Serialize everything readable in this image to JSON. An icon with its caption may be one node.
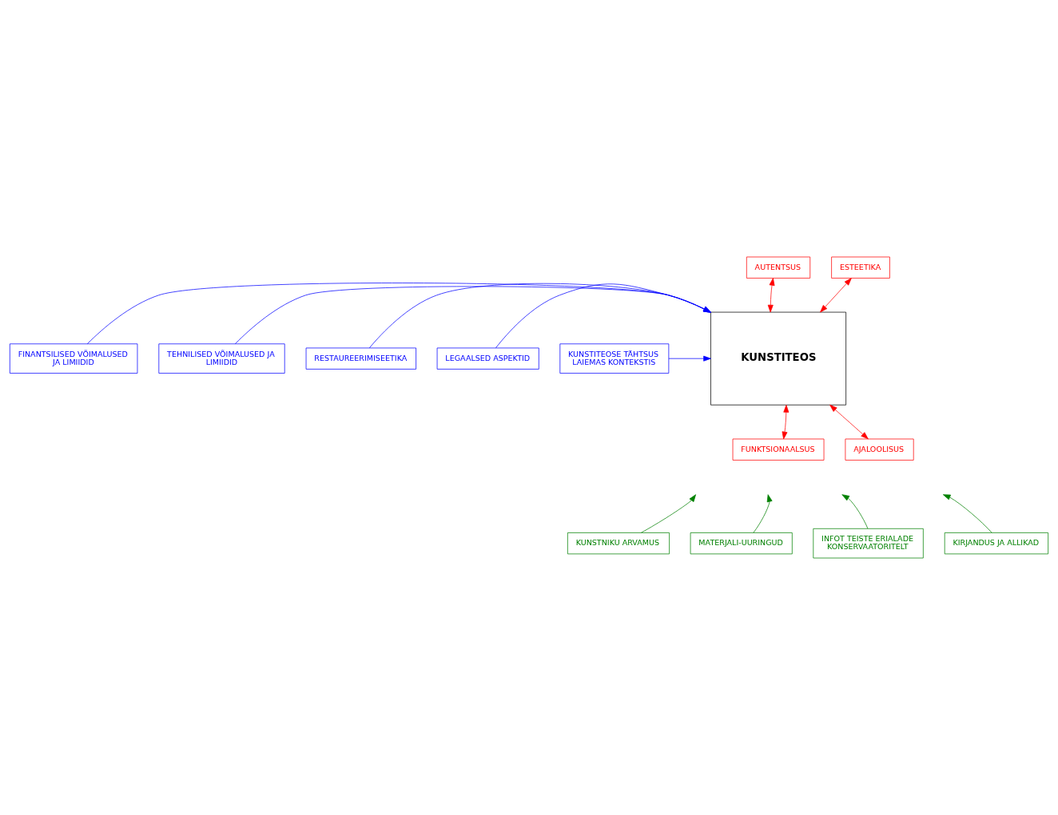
{
  "diagram": {
    "nodes": [
      {
        "text": [
          "KUNSTITEOS"
        ]
      },
      {
        "text": [
          "AUTENTSUS"
        ]
      },
      {
        "text": [
          "ESTEETIKA"
        ]
      },
      {
        "text": [
          "FINANTSILISED VÕIMALUSED JA LIMIIDID"
        ]
      },
      {
        "text": [
          "TEHNILISED VÕIMALUSED JA LIMIIDID"
        ]
      },
      {
        "text": [
          "RESTAUREERIMISEETIKA"
        ]
      },
      {
        "text": [
          "LEGAALSED ASPEKTID"
        ]
      },
      {
        "text": [
          "KUNSTITEOSE TÄHTSUS LAIEMAS KONTEKSTIS"
        ]
      },
      {
        "text": [
          "FUNKTSIONAALSUS"
        ]
      },
      {
        "text": [
          "AJALOOLISUS"
        ]
      },
      {
        "text": [
          "KUNSTNIKU ARVAMUS"
        ]
      },
      {
        "text": [
          "MATERJALI-UURINGUD"
        ]
      },
      {
        "text": [
          "INFOT TEISTE ERIALADE KONSERVAATORITELT"
        ]
      },
      {
        "text": [
          "KIRJANDUS JA ALLIKAD"
        ]
      }
    ],
    "edges": [
      {
        "from": 1,
        "to": 0,
        "arrow": "both",
        "color": "#ff0000"
      },
      {
        "from": 2,
        "to": 0,
        "arrow": "both",
        "color": "#ff0000"
      },
      {
        "from": 3,
        "to": 0,
        "arrow": "to",
        "color": "#0000ff"
      },
      {
        "from": 4,
        "to": 0,
        "arrow": "to",
        "color": "#0000ff"
      },
      {
        "from": 5,
        "to": 0,
        "arrow": "to",
        "color": "#0000ff"
      },
      {
        "from": 6,
        "to": 0,
        "arrow": "to",
        "color": "#0000ff"
      },
      {
        "from": 7,
        "to": 0,
        "arrow": "to",
        "color": "#0000ff"
      },
      {
        "from": 8,
        "to": 0,
        "arrow": "both",
        "color": "#ff0000"
      },
      {
        "from": 9,
        "to": 0,
        "arrow": "both",
        "color": "#ff0000"
      },
      {
        "from": 10,
        "to": null,
        "arrow": "to",
        "color": "#008000"
      },
      {
        "from": 11,
        "to": null,
        "arrow": "to",
        "color": "#008000"
      },
      {
        "from": 12,
        "to": null,
        "arrow": "to",
        "color": "#008000"
      },
      {
        "from": 13,
        "to": null,
        "arrow": "to",
        "color": "#008000"
      }
    ]
  }
}
